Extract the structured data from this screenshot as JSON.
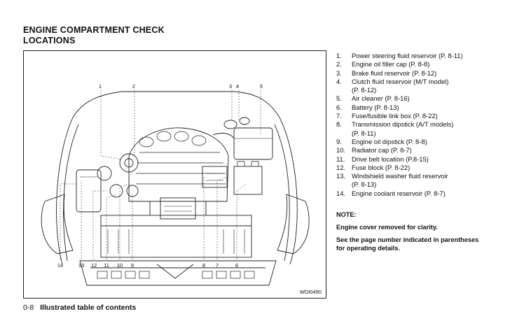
{
  "header": {
    "title_line1": "ENGINE COMPARTMENT CHECK",
    "title_line2": "LOCATIONS"
  },
  "diagram": {
    "code": "WDI0490",
    "callouts": [
      "1",
      "2",
      "3",
      "4",
      "5",
      "14",
      "13",
      "12",
      "11",
      "10",
      "9",
      "8",
      "7",
      "6"
    ]
  },
  "legend": {
    "items": [
      {
        "num": "1.",
        "text": "Power steering fluid reservoir (P. 8-11)"
      },
      {
        "num": "2.",
        "text": "Engine oil filler cap (P. 8-8)"
      },
      {
        "num": "3.",
        "text": "Brake fluid reservoir (P. 8-12)"
      },
      {
        "num": "4.",
        "text": "Clutch fluid reservoir (M/T model)",
        "sub": "(P. 8-12)"
      },
      {
        "num": "5.",
        "text": "Air cleaner (P. 8-16)"
      },
      {
        "num": "6.",
        "text": "Battery (P. 8-13)"
      },
      {
        "num": "7.",
        "text": "Fuse/fusible link box (P. 8-22)"
      },
      {
        "num": "8.",
        "text": "Transmission dipstick (A/T models)",
        "sub": "(P. 8-11)"
      },
      {
        "num": "9.",
        "text": "Engine oil dipstick (P. 8-8)"
      },
      {
        "num": "10.",
        "text": "Radiator cap (P. 8-7)"
      },
      {
        "num": "11.",
        "text": "Drive belt location (P.8-15)"
      },
      {
        "num": "12.",
        "text": "Fuse block (P. 8-22)"
      },
      {
        "num": "13.",
        "text": "Windshield washer fluid reservoir",
        "sub": "(P. 8-13)"
      },
      {
        "num": "14.",
        "text": "Engine coolant reservoir (P. 8-7)"
      }
    ]
  },
  "note": {
    "heading": "NOTE:",
    "line1": "Engine cover removed for clarity.",
    "line2": "See the page number indicated in parentheses for operating details."
  },
  "footer": {
    "page": "0-8",
    "section": "Illustrated table of contents"
  }
}
